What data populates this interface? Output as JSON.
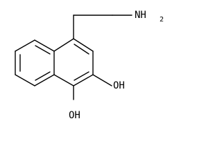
{
  "molecule": {
    "amine_label": "NH",
    "amine_subscript": "2",
    "hydroxyl_upper_label": "OH",
    "hydroxyl_lower_label": "OH"
  },
  "colors": {
    "bond": "#000000",
    "background": "#ffffff"
  }
}
